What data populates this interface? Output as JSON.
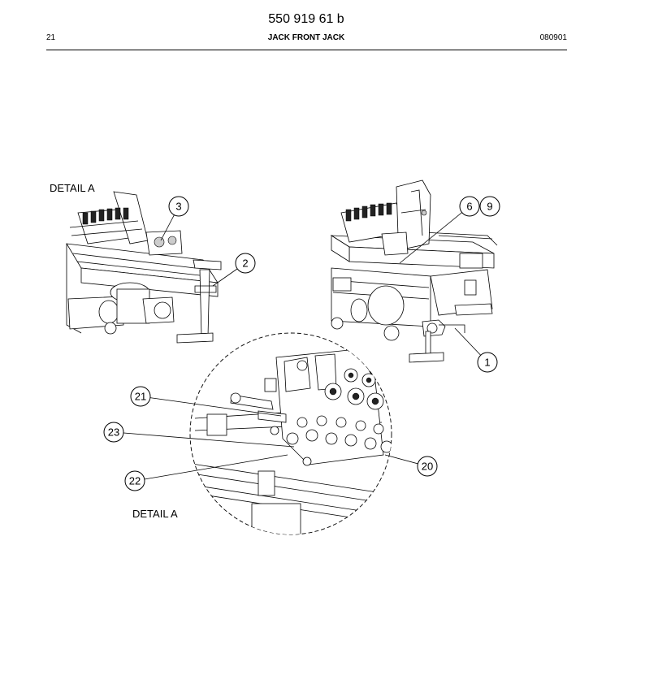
{
  "header": {
    "doc_number": "550 919 61 b",
    "page_number": "21",
    "title": "JACK FRONT JACK",
    "date_code": "080901"
  },
  "labels": {
    "detail_a_top": "DETAIL A",
    "detail_a_bottom": "DETAIL A"
  },
  "callouts": [
    "3",
    "2",
    "6",
    "9",
    "1",
    "21",
    "23",
    "22",
    "20"
  ]
}
